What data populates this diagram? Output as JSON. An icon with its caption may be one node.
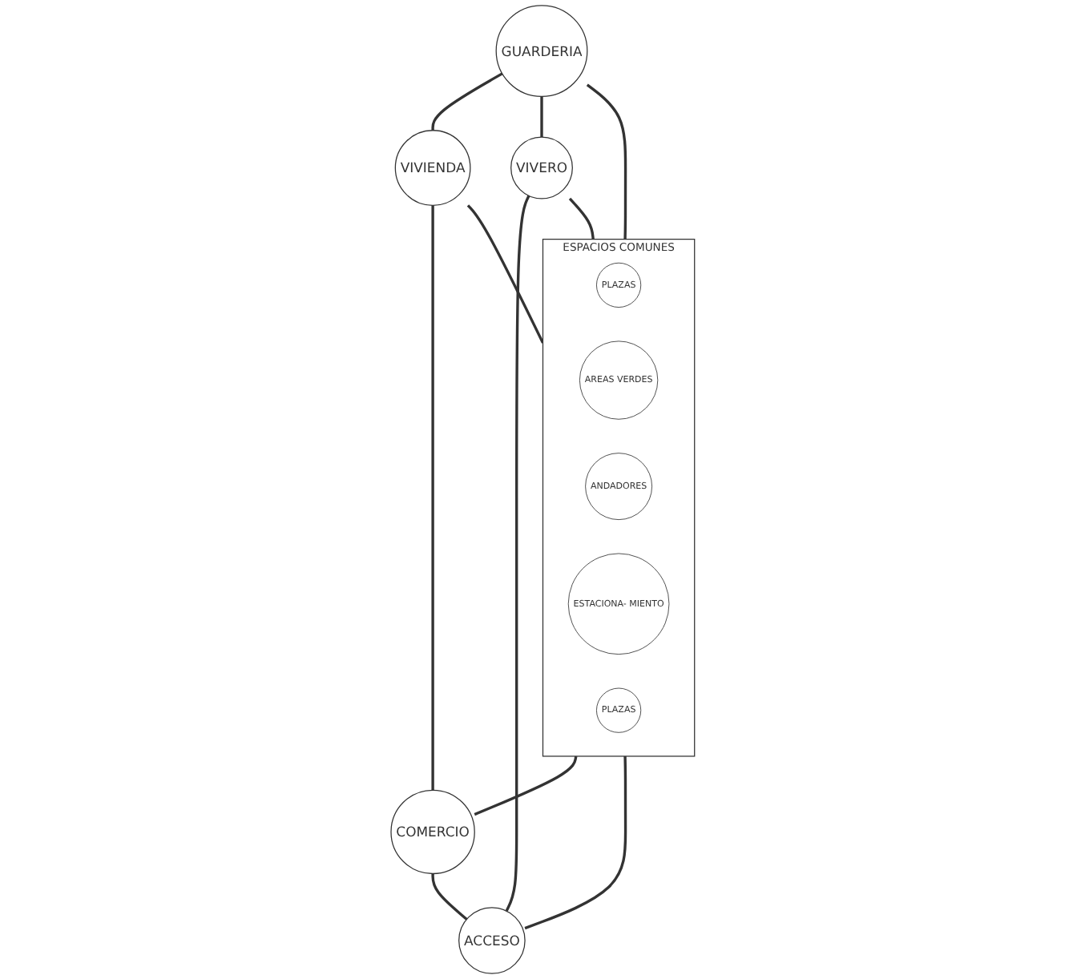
{
  "diagram": {
    "nodes": [
      {
        "text": [
          "GUARDERIA"
        ]
      },
      {
        "text": [
          "VIVIENDA"
        ]
      },
      {
        "text": [
          "ESPACIOS COMUNES"
        ]
      },
      {
        "text": [
          "PLAZAS"
        ],
        "in": 2
      },
      {
        "text": [
          "AREAS VERDES"
        ],
        "in": 2
      },
      {
        "text": [
          "ANDADORES"
        ],
        "in": 2
      },
      {
        "text": [
          "ESTACIONA- MIENTO"
        ],
        "in": 2
      },
      {
        "text": [
          "PLAZAS"
        ],
        "in": 2
      },
      {
        "text": [
          "VIVERO"
        ]
      },
      {
        "text": [
          "COMERCIO"
        ]
      },
      {
        "text": [
          "ACCESO"
        ]
      }
    ],
    "edges": [
      {
        "from": 0,
        "to": 1,
        "arrow": "none"
      },
      {
        "from": 0,
        "to": 8,
        "arrow": "none"
      },
      {
        "from": 0,
        "to": 2,
        "arrow": "none"
      },
      {
        "from": 1,
        "to": 2,
        "arrow": "none"
      },
      {
        "from": 8,
        "to": 2,
        "arrow": "none"
      },
      {
        "from": 1,
        "to": 9,
        "arrow": "none"
      },
      {
        "from": 8,
        "to": 10,
        "arrow": "none"
      },
      {
        "from": 2,
        "to": 9,
        "arrow": "none"
      },
      {
        "from": 2,
        "to": 10,
        "arrow": "none"
      },
      {
        "from": 9,
        "to": 10,
        "arrow": "none"
      }
    ]
  }
}
